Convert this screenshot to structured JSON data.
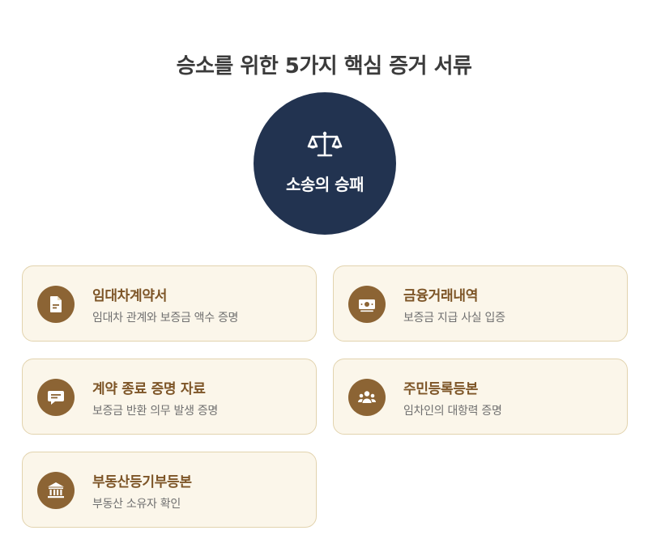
{
  "title": "승소를 위한 5가지 핵심 증거 서류",
  "center": {
    "label": "소송의 승패",
    "icon": "scale-icon"
  },
  "colors": {
    "navy": "#223350",
    "brown": "#8c6434",
    "card_bg": "#fbf6ea",
    "card_border": "#e2d3ae",
    "title_text": "#7d5527"
  },
  "cards": [
    {
      "title": "임대차계약서",
      "desc": "임대차 관계와 보증금 액수 증명",
      "icon": "document-icon"
    },
    {
      "title": "금융거래내역",
      "desc": "보증금 지급 사실 입증",
      "icon": "money-icon"
    },
    {
      "title": "계약 종료 증명 자료",
      "desc": "보증금 반환 의무 발생 증명",
      "icon": "message-icon"
    },
    {
      "title": "주민등록등본",
      "desc": "임차인의 대항력 증명",
      "icon": "people-icon"
    },
    {
      "title": "부동산등기부등본",
      "desc": "부동산 소유자 확인",
      "icon": "building-icon"
    }
  ]
}
